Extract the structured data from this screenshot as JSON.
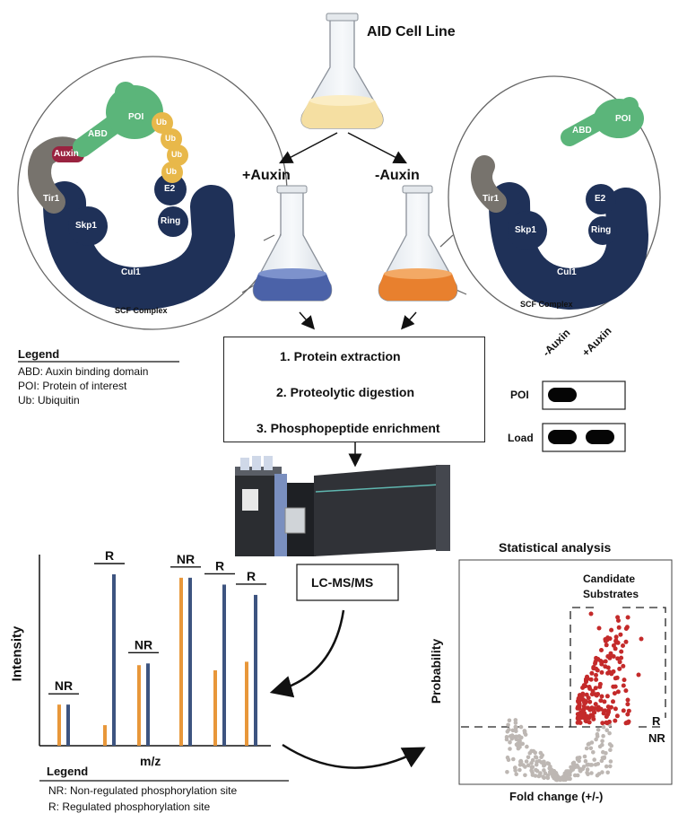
{
  "title": "AID Cell Line",
  "treatments": {
    "plus": "+Auxin",
    "minus": "-Auxin"
  },
  "scf_left": {
    "caption": "SCF Complex",
    "labels": {
      "poi": "POI",
      "abd": "ABD",
      "auxin": "Auxin",
      "ub1": "Ub",
      "ub2": "Ub",
      "ub3": "Ub",
      "ub4": "Ub",
      "tir1": "Tir1",
      "skp1": "Skp1",
      "e2": "E2",
      "ring": "Ring",
      "cul1": "Cul1"
    }
  },
  "scf_right": {
    "caption": "SCF Complex",
    "labels": {
      "poi": "POI",
      "abd": "ABD",
      "tir1": "Tir1",
      "skp1": "Skp1",
      "e2": "E2",
      "ring": "Ring",
      "cul1": "Cul1"
    }
  },
  "legend_top": {
    "title": "Legend",
    "items": [
      "ABD: Auxin binding domain",
      "POI: Protein of interest",
      "Ub: Ubiquitin"
    ]
  },
  "steps": [
    "1.  Protein extraction",
    "2. Proteolytic digestion",
    "3. Phosphopeptide enrichment"
  ],
  "western": {
    "columns": [
      "-Auxin",
      "+Auxin"
    ],
    "rows": [
      {
        "label": "POI",
        "bands": [
          true,
          false
        ]
      },
      {
        "label": "Load",
        "bands": [
          true,
          true
        ]
      }
    ]
  },
  "instrument_label": "LC-MS/MS",
  "spectrum": {
    "ylabel": "Intensity",
    "xlabel": "m/z",
    "group_labels": [
      "NR",
      "R",
      "NR",
      "NR",
      "R",
      "R"
    ]
  },
  "legend_bottom": {
    "title": "Legend",
    "items": [
      "NR: Non-regulated phosphorylation site",
      "R: Regulated phosphorylation site"
    ]
  },
  "stats": {
    "title": "Statistical analysis",
    "candidate_label": [
      "Candidate",
      "Substrates"
    ],
    "ylabel": "Probability",
    "xlabel": "Fold change (+/-)",
    "threshold_labels": [
      "R",
      "NR"
    ]
  },
  "colors": {
    "orange": "#E8973A",
    "blue": "#3D5480",
    "navy": "#1F3158",
    "green": "#5BB57A",
    "yellow": "#E8B84A",
    "auxin": "#9A2340",
    "tir1": "#77736D",
    "red_dot": "#C42A2A",
    "grey_dot": "#BDB7B3"
  },
  "chart_data": {
    "type": "bar",
    "categories": [
      "NR",
      "R",
      "NR",
      "NR",
      "R",
      "R"
    ],
    "series": [
      {
        "values": [
          0.24,
          0.12,
          0.47,
          0.98,
          0.44,
          0.49
        ]
      },
      {
        "values": [
          0.24,
          1.0,
          0.48,
          0.98,
          0.94,
          0.88
        ]
      }
    ],
    "xlabel": "m/z",
    "ylabel": "Intensity"
  }
}
